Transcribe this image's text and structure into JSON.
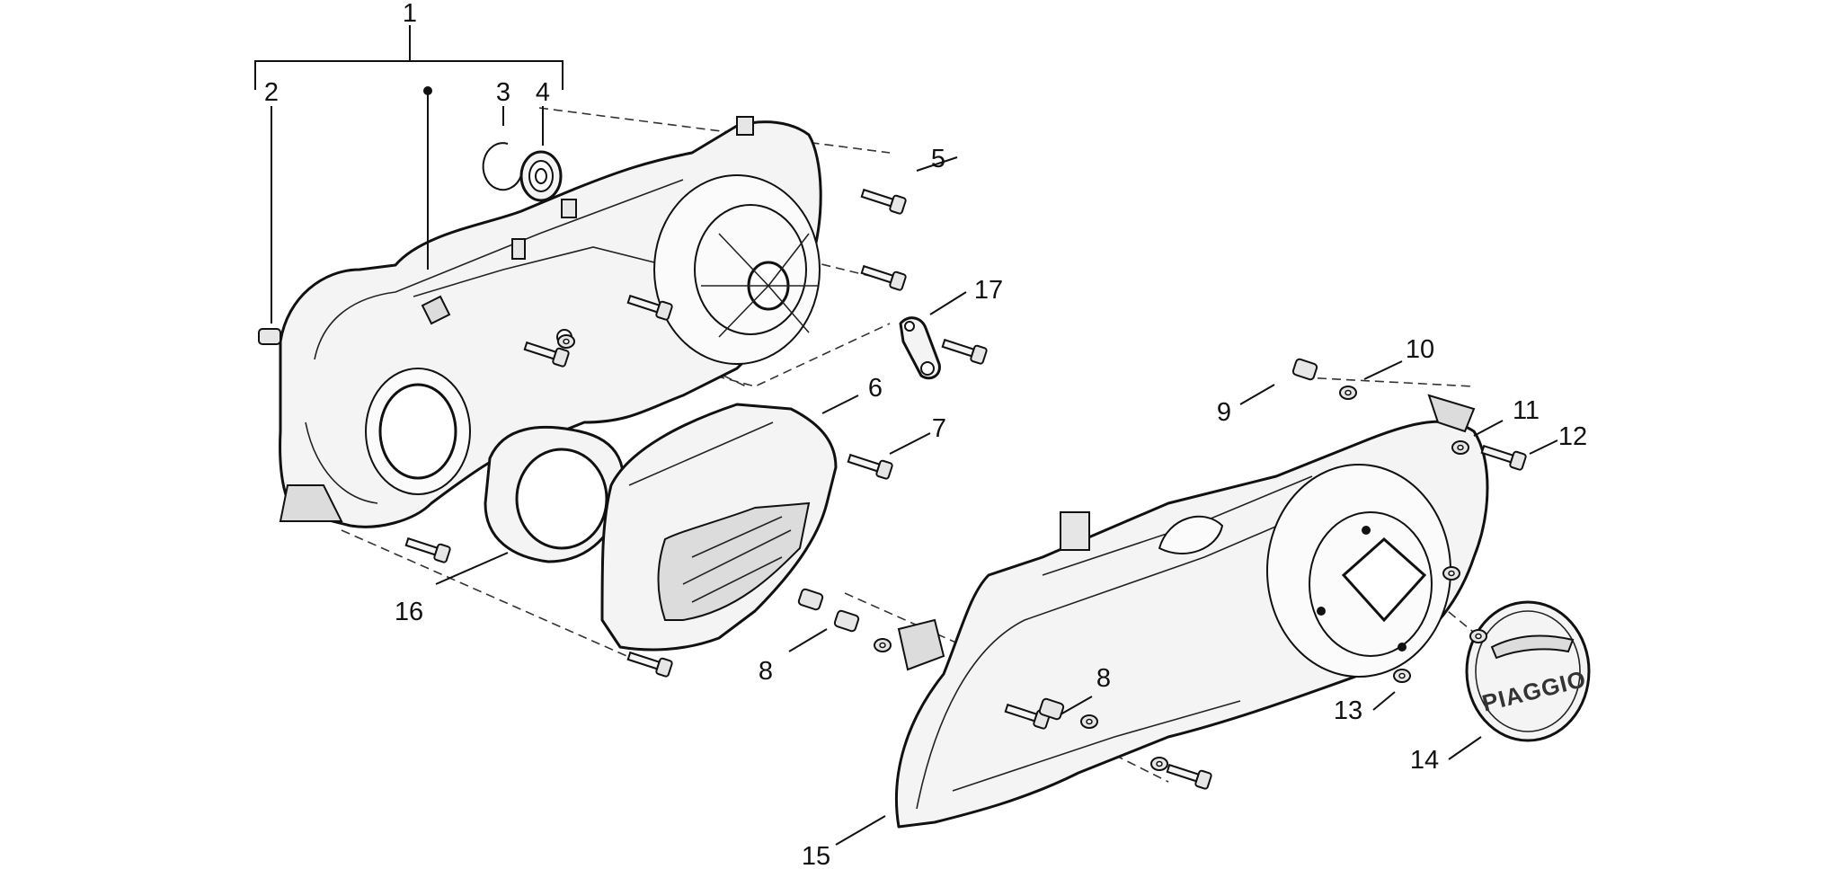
{
  "diagram": {
    "callouts": {
      "c1": "1",
      "c2": "2",
      "c3": "3",
      "c4": "4",
      "c5": "5",
      "c6": "6",
      "c7": "7",
      "c8a": "8",
      "c8b": "8",
      "c9": "9",
      "c10": "10",
      "c11": "11",
      "c12": "12",
      "c13": "13",
      "c14": "14",
      "c15": "15",
      "c16": "16",
      "c17": "17"
    },
    "logo_text": "PIAGGIO"
  }
}
